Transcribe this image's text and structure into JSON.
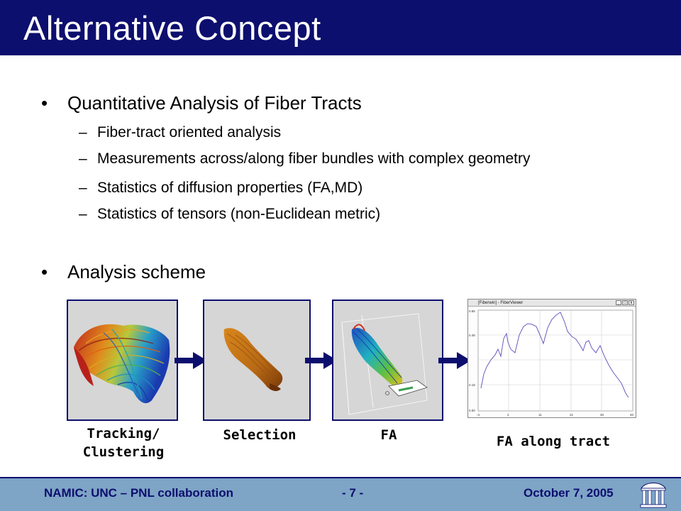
{
  "slide": {
    "title": "Alternative Concept",
    "bullets": [
      {
        "text": "Quantitative Analysis of  Fiber Tracts",
        "subitems": [
          "Fiber-tract oriented analysis",
          "Measurements across/along fiber bundles with complex geometry",
          "Statistics of diffusion properties (FA,MD)",
          "Statistics of tensors (non-Euclidean metric)"
        ]
      },
      {
        "text": "Analysis scheme"
      }
    ],
    "bullet_glyph": "•",
    "dash_glyph": "–"
  },
  "scheme": {
    "captions": {
      "tracking_line1": "Tracking/",
      "tracking_line2": "Clustering",
      "selection": "Selection",
      "fa": "FA",
      "fa_along_tract": "FA along tract"
    },
    "graph_window": {
      "title": "[Fiberwin] - FiberViewer",
      "y_ticks": [
        "0.65",
        "0.48",
        "0.18",
        "0.00"
      ],
      "x_ticks": [
        "-4",
        "2",
        "11",
        "21",
        "30",
        "40"
      ],
      "buttons": [
        "_",
        "□",
        "x"
      ]
    }
  },
  "footer": {
    "left": "NAMIC: UNC – PNL collaboration",
    "center": "- 7 -",
    "right": "October 7, 2005"
  },
  "colors": {
    "title_bar": "#0d0f6e",
    "footer_bg": "#7ea4c6",
    "footer_text": "#0d0f6e",
    "panel_bg": "#d6d6d6",
    "arrow": "#0d0f6e"
  }
}
